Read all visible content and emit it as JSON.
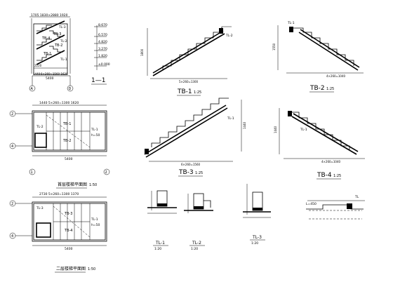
{
  "drawing": {
    "section_1_1": {
      "title": "1—1",
      "top_dims": "1705 1830×2880 1920",
      "labels": [
        "TB-3",
        "TB-4",
        "TB-1",
        "TB-2",
        "TL-2",
        "TL-3",
        "TL-1"
      ],
      "bottom_dims": [
        "2220",
        "1440",
        "6×260=1560 1620",
        "5400"
      ],
      "elevations": [
        "8.670",
        "6.570",
        "4.820",
        "3.270",
        "1.820",
        "±0.000"
      ],
      "axes": [
        "A",
        "D"
      ]
    },
    "tb1": {
      "title": "TB-1",
      "scale": "1:25",
      "beam": "TL-2",
      "width": "5×260=1300",
      "height": "1800"
    },
    "tb2": {
      "title": "TB-2",
      "scale": "1:25",
      "beam": "TL-1",
      "width": "4×260=1040",
      "height": "1550"
    },
    "tb3": {
      "title": "TB-3",
      "scale": "1:25",
      "beam": "TL-1",
      "width": "6×260=1560",
      "height": "1440"
    },
    "tb4": {
      "title": "TB-4",
      "scale": "1:25",
      "beam": "TL-1",
      "width": "4×260=1040",
      "height": "1440"
    },
    "plan_first": {
      "title": "首层楼梯平面图",
      "scale": "1:50",
      "top_dims": "1440 5×260=1300 1620",
      "labels": [
        "TB-1",
        "TB-2",
        "TL-1",
        "TL-2",
        "h=50"
      ],
      "axes_left": [
        "2",
        "4"
      ],
      "axes_bottom": [
        "1",
        "2"
      ],
      "width": "5400"
    },
    "plan_second": {
      "title": "二层楼梯平面图",
      "scale": "1:50",
      "top_dims": "2730 5×260=1300 1370",
      "labels": [
        "TB-3",
        "TB-4",
        "TL-3",
        "TL-1",
        "h=50"
      ],
      "axes_left": [
        "2",
        "4"
      ],
      "width": "5400"
    },
    "tl1": {
      "title": "TL-1",
      "scale": "1:20"
    },
    "tl2": {
      "title": "TL-2",
      "scale": "1:20"
    },
    "tl3": {
      "title": "TL-3",
      "scale": "1:20"
    },
    "detail": {
      "label": "L=450",
      "note": "TL"
    }
  }
}
